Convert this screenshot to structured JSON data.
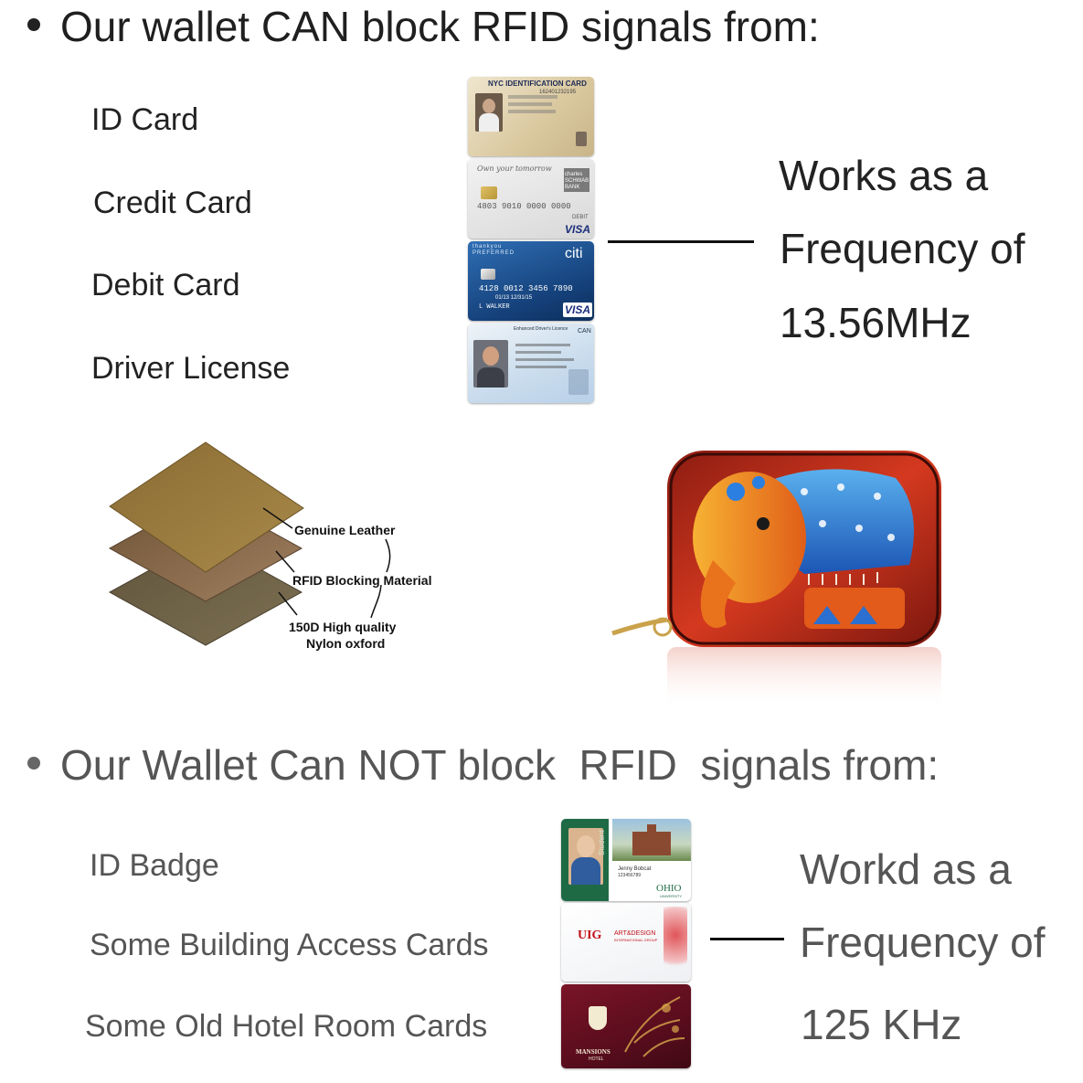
{
  "section_can": {
    "heading": "Our wallet CAN block RFID signals from:",
    "items": [
      "ID Card",
      "Credit Card",
      "Debit Card",
      "Driver License"
    ],
    "frequency_lines": [
      "Works as a",
      "Frequency of",
      "13.56MHz"
    ],
    "cards": {
      "id_card": {
        "title": "NYC IDENTIFICATION CARD",
        "number": "162401232195"
      },
      "credit_card": {
        "brand": "charles SCHWAB BANK",
        "script": "Own your tomorrow",
        "number": "4803 9010 0000 0000",
        "type": "DEBIT",
        "network": "VISA"
      },
      "debit_card": {
        "bank": "citi",
        "tier": "thankyou PREFERRED",
        "number": "4128 0012 3456 7890",
        "dates": "01/13 12/31/15",
        "name": "L WALKER",
        "network": "VISA"
      },
      "license": {
        "title": "Enhanced Driver's Licence",
        "country": "CAN"
      }
    }
  },
  "layers": {
    "labels": [
      "Genuine Leather",
      "RFID Blocking Material",
      "150D High quality",
      "Nylon oxford"
    ],
    "colors": [
      "#9c7c3e",
      "#8a6a45",
      "#6f6246"
    ]
  },
  "section_cannot": {
    "heading": "Our Wallet Can NOT block  RFID  signals from:",
    "items": [
      "ID Badge",
      "Some Building Access Cards",
      "Some Old Hotel Room Cards"
    ],
    "frequency_lines": [
      "Workd as a",
      "Frequency of",
      "125 KHz"
    ],
    "cards": {
      "badge": {
        "side": "Student",
        "name": "Jenny Bobcat",
        "id": "123456789",
        "school": "OHIO",
        "school_sub": "UNIVERSITY"
      },
      "access": {
        "brand": "ART&DESIGN",
        "sub": "INTERNATIONAL GROUP"
      },
      "hotel": {
        "name": "MANSIONS",
        "sub": "HOTEL"
      }
    }
  },
  "colors": {
    "text_dark": "#222222",
    "text_grey": "#555555",
    "wallet_red": "#c9341c",
    "elephant_blue": "#2b6fd0",
    "elephant_orange": "#f08a1c"
  }
}
